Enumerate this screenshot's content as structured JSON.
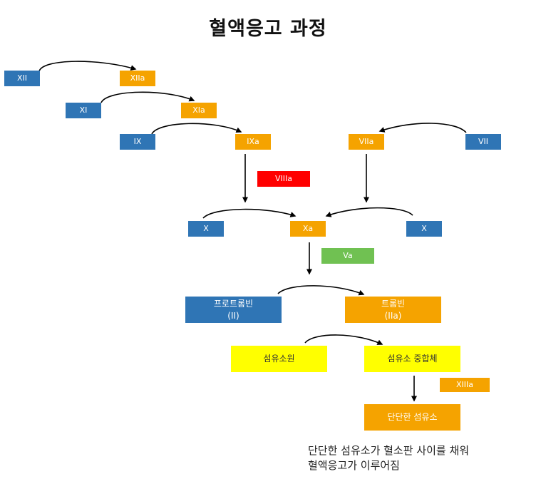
{
  "title": "혈액응고 과정",
  "nodes": {
    "xii": "XII",
    "xiia": "XIIa",
    "xi": "XI",
    "xia": "XIa",
    "ix": "IX",
    "ixa": "IXa",
    "viia": "VIIa",
    "vii": "VII",
    "viiia": "VIIIa",
    "x_left": "X",
    "xa": "Xa",
    "x_right": "X",
    "va": "Va",
    "prothrombin": {
      "line1": "프로트롬빈",
      "line2": "(II)"
    },
    "thrombin": {
      "line1": "트롬빈",
      "line2": "(IIa)"
    },
    "fibrinogen": "섬유소원",
    "fibrin_polymer": "섬유소 중합체",
    "xiiia": "XIIIa",
    "hard_fibrin": "단단한 섬유소"
  },
  "note": {
    "line1": "단단한 섬유소가 혈소판 사이를 채워",
    "line2": "혈액응고가 이루어짐"
  },
  "colors": {
    "blue": "#2f75b5",
    "orange": "#f5a300",
    "red": "#ff0000",
    "green": "#70c152",
    "yellow": "#ffff00"
  }
}
